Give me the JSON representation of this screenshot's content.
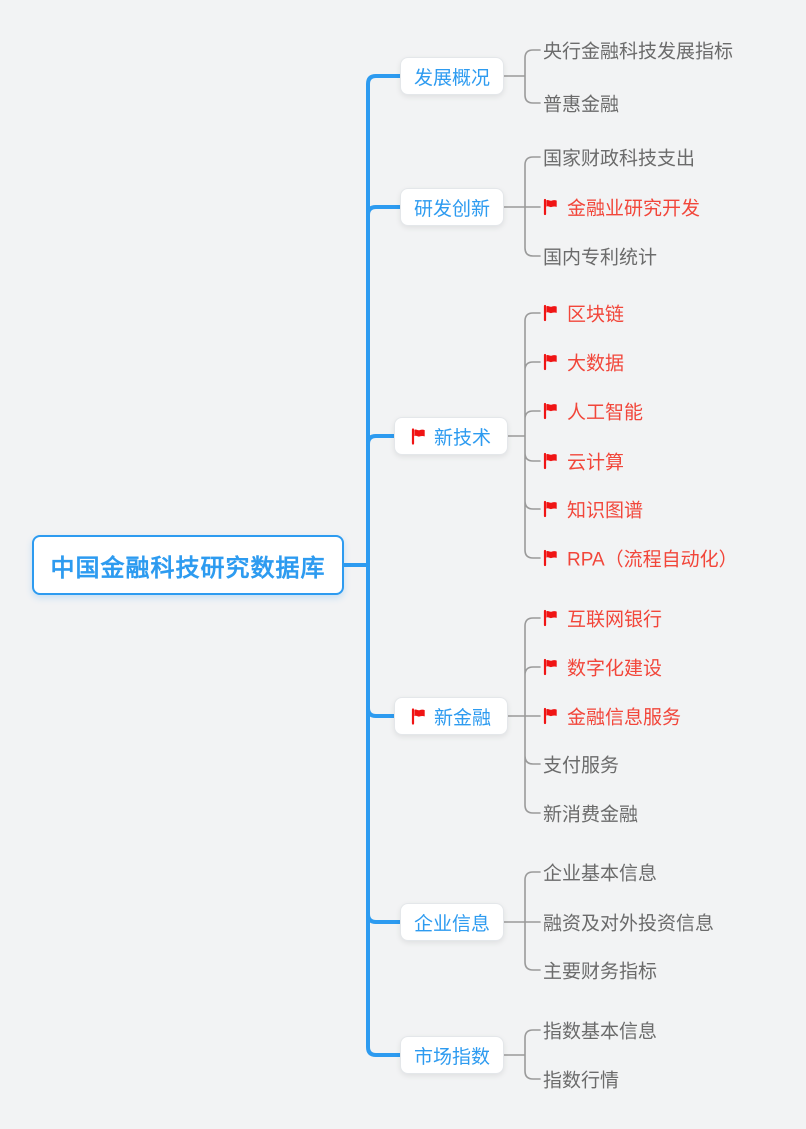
{
  "root": {
    "label": "中国金融科技研究数据库"
  },
  "branches": [
    {
      "label": "发展概况",
      "flag": false,
      "children": [
        {
          "label": "央行金融科技发展指标",
          "flag": false
        },
        {
          "label": "普惠金融",
          "flag": false
        }
      ]
    },
    {
      "label": "研发创新",
      "flag": false,
      "children": [
        {
          "label": "国家财政科技支出",
          "flag": false
        },
        {
          "label": "金融业研究开发",
          "flag": true
        },
        {
          "label": "国内专利统计",
          "flag": false
        }
      ]
    },
    {
      "label": "新技术",
      "flag": true,
      "children": [
        {
          "label": "区块链",
          "flag": true
        },
        {
          "label": "大数据",
          "flag": true
        },
        {
          "label": "人工智能",
          "flag": true
        },
        {
          "label": "云计算",
          "flag": true
        },
        {
          "label": "知识图谱",
          "flag": true
        },
        {
          "label": "RPA（流程自动化）",
          "flag": true
        }
      ]
    },
    {
      "label": "新金融",
      "flag": true,
      "children": [
        {
          "label": "互联网银行",
          "flag": true
        },
        {
          "label": "数字化建设",
          "flag": true
        },
        {
          "label": "金融信息服务",
          "flag": true
        },
        {
          "label": "支付服务",
          "flag": false
        },
        {
          "label": "新消费金融",
          "flag": false
        }
      ]
    },
    {
      "label": "企业信息",
      "flag": false,
      "children": [
        {
          "label": "企业基本信息",
          "flag": false
        },
        {
          "label": "融资及对外投资信息",
          "flag": false
        },
        {
          "label": "主要财务指标",
          "flag": false
        }
      ]
    },
    {
      "label": "市场指数",
      "flag": false,
      "children": [
        {
          "label": "指数基本信息",
          "flag": false
        },
        {
          "label": "指数行情",
          "flag": false
        }
      ]
    }
  ],
  "icons": {
    "flag": "⚑ red waving flag marker"
  },
  "colors": {
    "accent_blue": "#2D9BF0",
    "flag_red": "#F01414",
    "highlight_red": "#F2463A",
    "text_gray": "#6B6B6B",
    "line_gray": "#9A9A9A",
    "background": "#F2F3F4"
  }
}
